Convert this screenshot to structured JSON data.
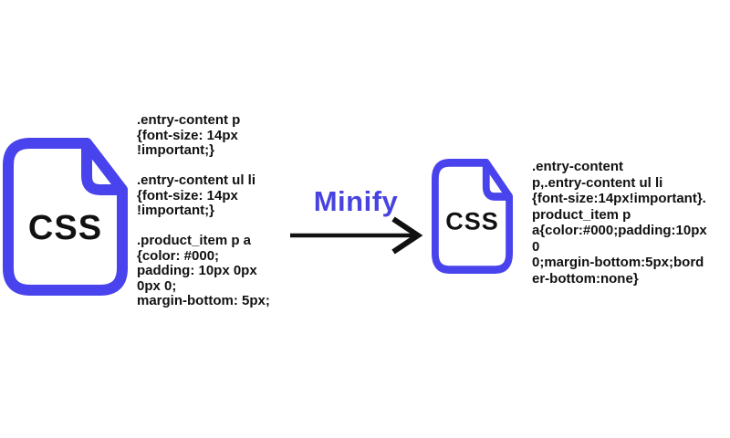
{
  "diagram": {
    "title_hint": "CSS minification before/after illustration",
    "left_file": {
      "label": "CSS"
    },
    "right_file": {
      "label": "CSS"
    },
    "arrow_label": "Minify",
    "source_code": ".entry-content p\n{font-size: 14px\n!important;}\n\n.entry-content ul li\n{font-size: 14px\n!important;}\n\n.product_item p a\n{color: #000;\npadding: 10px 0px\n0px 0;\nmargin-bottom: 5px;",
    "minified_code": ".entry-content\np,.entry-content ul li\n{font-size:14px!important}.\nproduct_item p\na{color:#000;padding:10px\n0\n0;margin-bottom:5px;bord\ner-bottom:none}",
    "colors": {
      "accent": "#4843EC",
      "arrow": "#111111",
      "code_text": "#111111",
      "background": "#FFFFFF"
    }
  }
}
